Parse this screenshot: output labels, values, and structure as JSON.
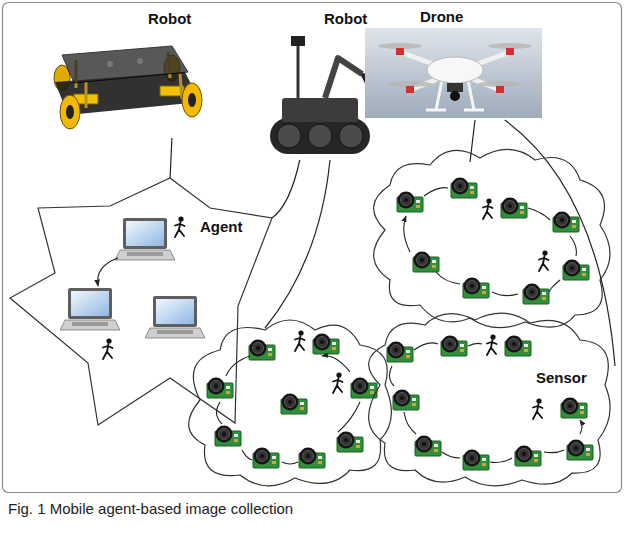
{
  "diagram": {
    "caption": "Fig. 1 Mobile agent-based image collection",
    "nodes": [
      {
        "text": [
          "Robot"
        ]
      },
      {
        "text": [
          "Robot"
        ]
      },
      {
        "text": [
          "Drone"
        ]
      },
      {
        "text": [
          "Agent"
        ]
      },
      {
        "text": [
          "Sensor"
        ]
      }
    ],
    "edges": [
      {
        "from": 0,
        "to": 3,
        "arrow": "none"
      },
      {
        "from": 1,
        "to": 3,
        "arrow": "none"
      },
      {
        "from": 2,
        "to": 4,
        "arrow": "none"
      }
    ]
  }
}
